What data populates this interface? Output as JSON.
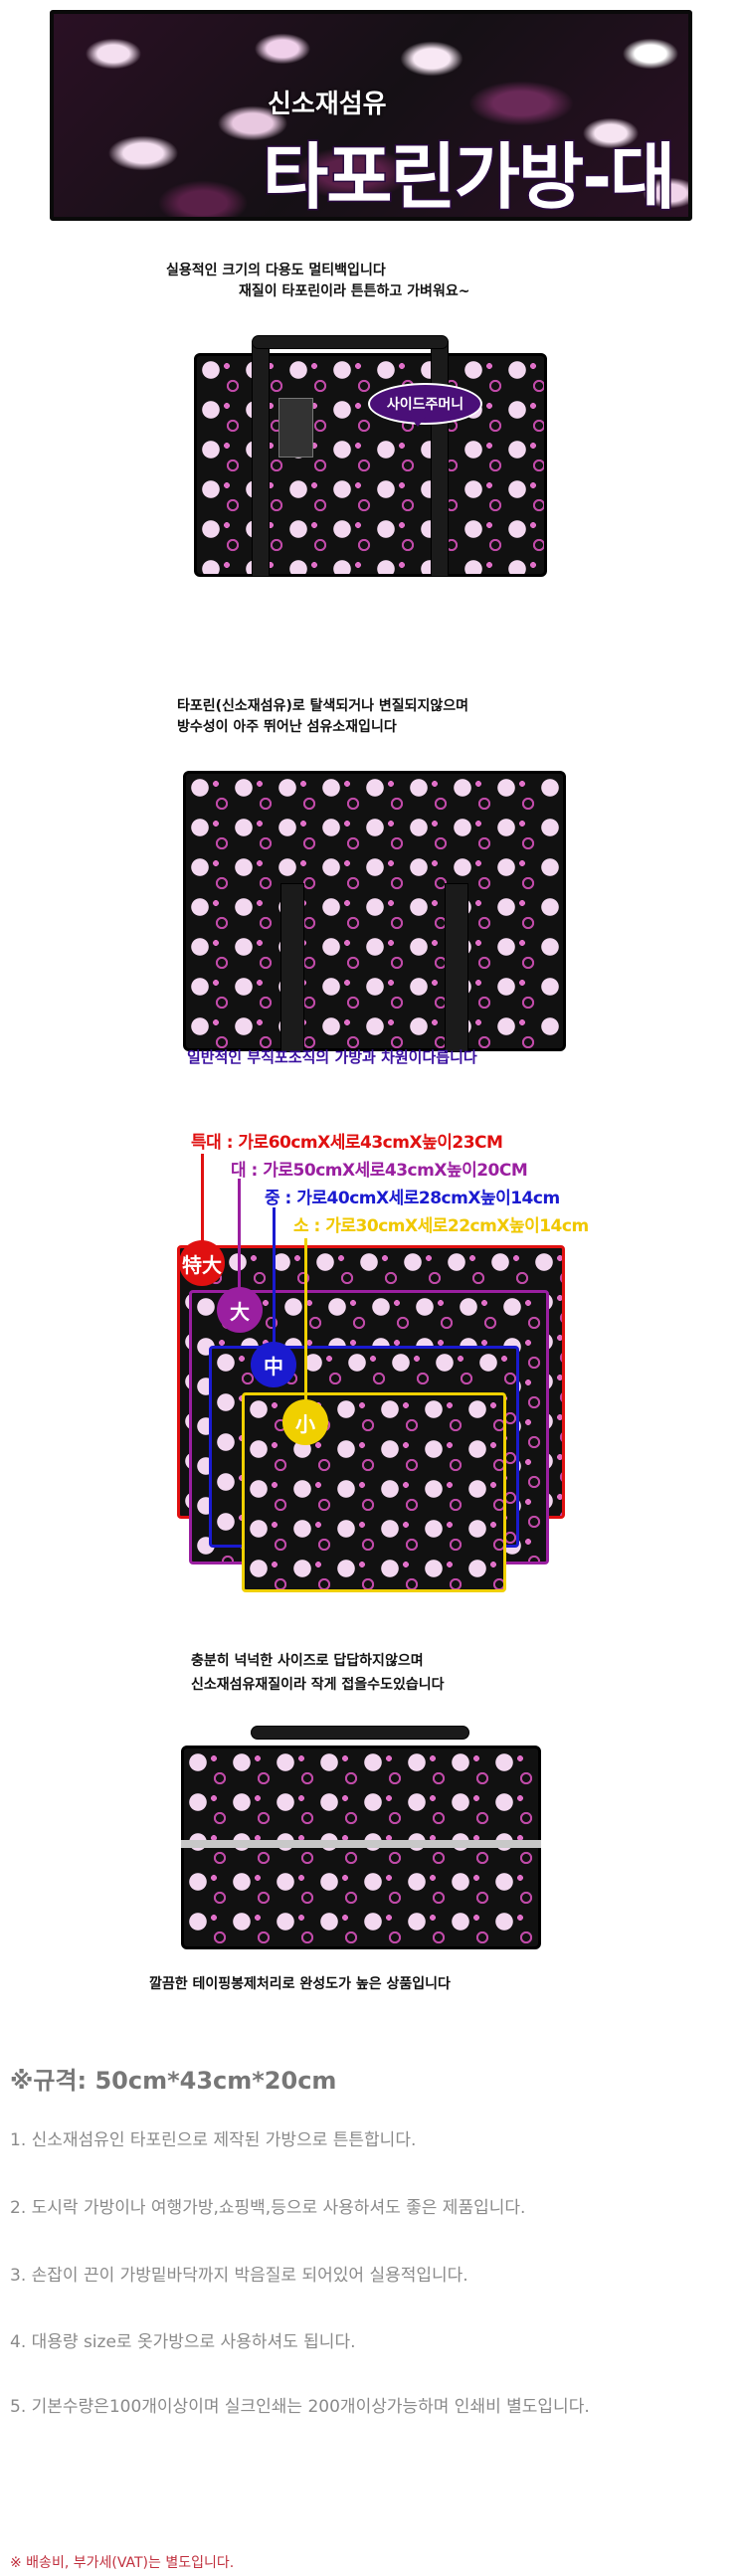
{
  "banner": {
    "subtitle": "신소재섬유",
    "title": "타포린가방-대"
  },
  "intro": {
    "line1": "실용적인 크기의 다용도 멀티백입니다",
    "line2": "재질이 타포린이라 튼튼하고 가벼워요~"
  },
  "image1": {
    "bubble": "사이드주머니"
  },
  "material": {
    "line1": "타포린(신소재섬유)로 탈색되거나 변질되지않으며",
    "line2": "방수성이 아주 뛰어난 섬유소재입니다"
  },
  "image2": {
    "caption": "일반적인 부직포조직의 가방과 차원이다릅니다"
  },
  "sizes": [
    {
      "badge": "特大",
      "label": "특대 : 가로60cmX세로43cmX높이23CM",
      "color": "#e01010"
    },
    {
      "badge": "大",
      "label": "대 : 가로50cmX세로43cmX높이20CM",
      "color": "#9a1fa0"
    },
    {
      "badge": "中",
      "label": "중 : 가로40cmX세로28cmX높이14cm",
      "color": "#1a1ad0"
    },
    {
      "badge": "小",
      "label": "소 : 가로30cmX세로22cmX높이14cm",
      "color": "#f0d000"
    }
  ],
  "fold": {
    "line1": "충분히 넉넉한 사이즈로 답답하지않으며",
    "line2": "신소재섬유재질이라  작게 접을수도있습니다"
  },
  "image3": {
    "caption": "깔끔한 테이핑봉제처리로 완성도가 높은 상품입니다"
  },
  "spec": {
    "title": "※규격: 50cm*43cm*20cm"
  },
  "items": [
    "1. 신소재섬유인 타포린으로 제작된 가방으로 튼튼합니다.",
    "2. 도시락 가방이나 여행가방,쇼핑백,등으로 사용하셔도 좋은 제품입니다.",
    "3. 손잡이 끈이 가방밑바닥까지 박음질로 되어있어 실용적입니다.",
    "4. 대용량 size로 옷가방으로 사용하셔도 됩니다.",
    "5. 기본수량은100개이상이며 실크인쇄는 200개이상가능하며 인쇄비 별도입니다."
  ],
  "footer": "※ 배송비, 부가세(VAT)는 별도입니다."
}
